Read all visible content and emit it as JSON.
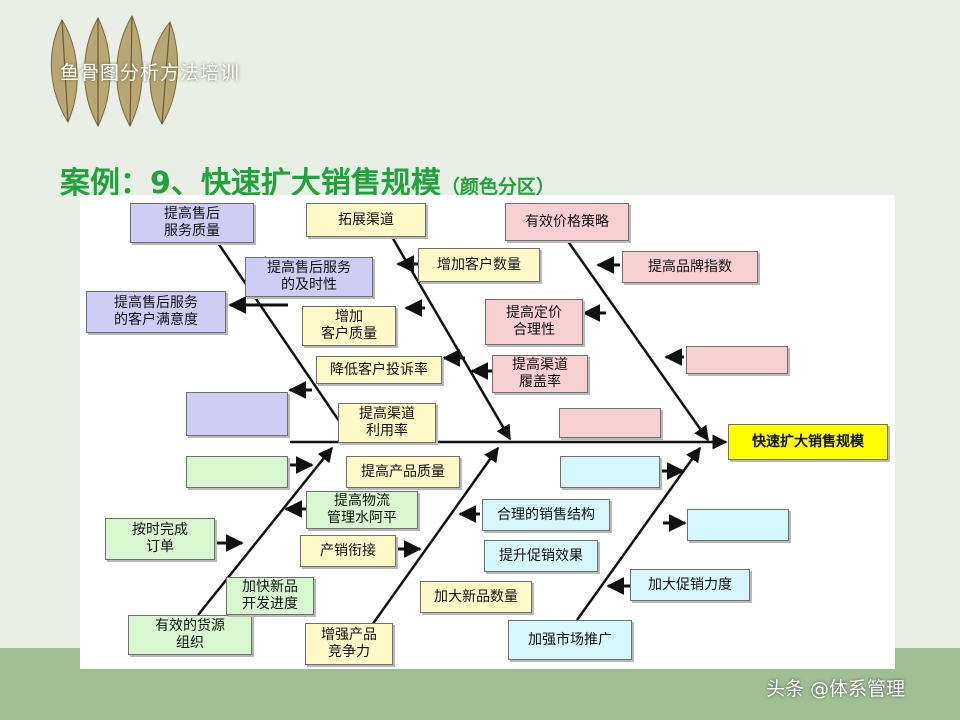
{
  "slide": {
    "header": "鱼骨图分析方法培训",
    "title": "案例：9、快速扩大销售规模",
    "subtitle": "（颜色分区）",
    "watermark": "头条 @体系管理"
  },
  "colors": {
    "title_green": "#1fa33a",
    "bottom_band": "#9fbf93",
    "arrow": "#111111",
    "purple": "#cfcdf5",
    "yellow": "#fff9c8",
    "pink": "#f8cfd3",
    "green": "#d7f7cf",
    "blue": "#d6f7fb",
    "head": "#ffff00"
  },
  "fishbone": {
    "head": "快速扩大销售规模",
    "upper_left": {
      "main": "提高售后\n服务质量",
      "causes": [
        "提高售后服务\n的及时性",
        "提高售后服务\n的客户满意度",
        ""
      ]
    },
    "upper_middle": {
      "main": "拓展渠道",
      "causes": [
        "增加客户数量",
        "增加\n客户质量",
        "降低客户投诉率",
        "提高渠道\n利用率"
      ]
    },
    "upper_right": {
      "main": "有效价格策略",
      "causes": [
        "提高品牌指数",
        "提高定价\n合理性",
        "提高渠道\n履盖率",
        "",
        ""
      ]
    },
    "lower_left": {
      "main": "有效的货源\n组织",
      "causes": [
        "提高物流\n管理水阿平",
        "按时完成\n订单",
        "加快新品\n开发进度",
        ""
      ]
    },
    "lower_middle": {
      "main": "增强产品\n竞争力",
      "causes": [
        "提高产品质量",
        "产销衔接",
        "加大新品数量"
      ]
    },
    "lower_right": {
      "main": "加强市场推广",
      "causes": [
        "合理的销售结构",
        "提升促销效果",
        "加大促销力度",
        "",
        ""
      ]
    }
  }
}
